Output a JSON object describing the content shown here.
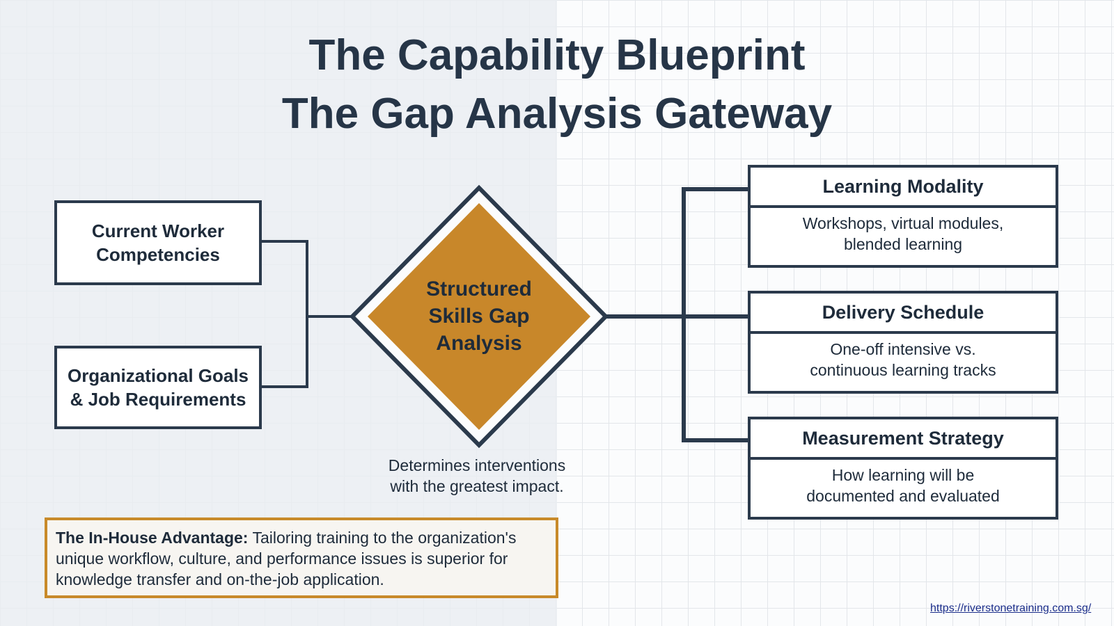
{
  "title": {
    "line1": "The Capability Blueprint",
    "line2": "The Gap Analysis Gateway"
  },
  "inputs": [
    {
      "label_line1": "Current Worker",
      "label_line2": "Competencies"
    },
    {
      "label_line1": "Organizational Goals",
      "label_line2": "& Job Requirements"
    }
  ],
  "hub": {
    "line1": "Structured",
    "line2": "Skills Gap",
    "line3": "Analysis",
    "caption_line1": "Determines interventions",
    "caption_line2": "with the greatest impact."
  },
  "outputs": [
    {
      "heading": "Learning Modality",
      "desc_line1": "Workshops, virtual modules,",
      "desc_line2": "blended learning"
    },
    {
      "heading": "Delivery Schedule",
      "desc_line1": "One-off intensive vs.",
      "desc_line2": "continuous learning tracks"
    },
    {
      "heading": "Measurement Strategy",
      "desc_line1": "How learning will be",
      "desc_line2": "documented and evaluated"
    }
  ],
  "advantage": {
    "label": "The In-House Advantage:",
    "text": "Tailoring training to the organization's unique workflow, culture, and performance issues is superior for knowledge transfer and on-the-job application."
  },
  "footer": {
    "link": "https://riverstonetraining.com.sg/"
  },
  "colors": {
    "navy": "#2b3a4c",
    "hub_fill": "#c8872a",
    "accent_border": "#c88a2a",
    "text": "#1e2b3a"
  }
}
